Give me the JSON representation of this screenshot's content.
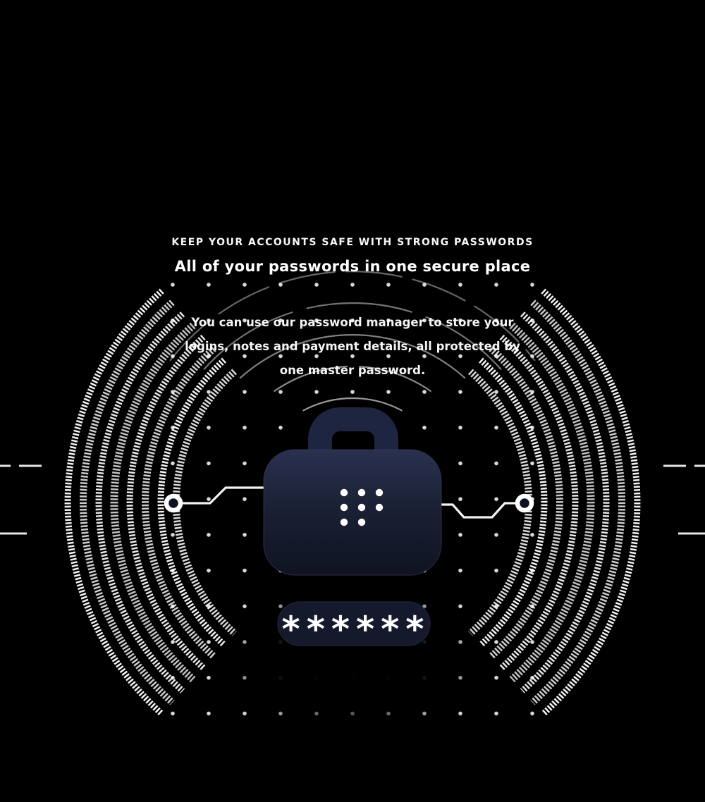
{
  "colors": {
    "bg": "#000000",
    "text": "#ffffff",
    "case": "#1b2134",
    "caseDark": "#0f1321",
    "handle": "#1e2540",
    "pill": "#141a2c",
    "accent": "#ffffff"
  },
  "hero": {
    "eyebrow": "KEEP YOUR ACCOUNTS SAFE WITH STRONG PASSWORDS",
    "heading": "All of your passwords in one secure place",
    "body": "You can use our password manager to store your logins, notes and payment details, all protected by one master password."
  },
  "illustration": {
    "password_mask": "******",
    "keypad_dot_count": 8
  }
}
